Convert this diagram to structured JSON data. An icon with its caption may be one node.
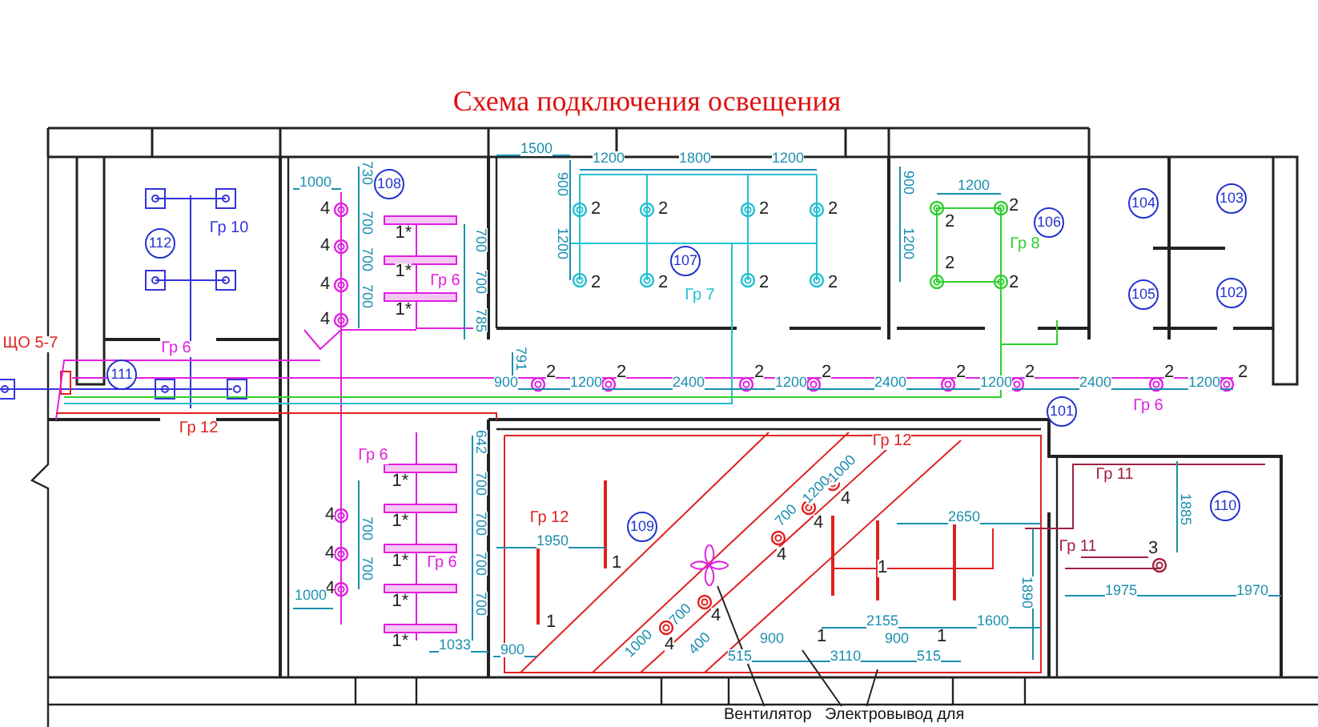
{
  "diagram": {
    "title": "Схема подключения освещения",
    "nodes": [
      {
        "text": [
          "Вентилятор"
        ]
      },
      {
        "text": [],
        "shape": "picture"
      },
      {
        "text": [
          "Электровывод для"
        ]
      }
    ],
    "edges": [
      {
        "from": 0,
        "to": 1,
        "arrow": "none"
      },
      {
        "from": 2,
        "to": null,
        "arrow": "none"
      },
      {
        "from": 2,
        "to": null,
        "arrow": "none"
      }
    ],
    "labels": [
      "ЩО 5-7",
      "1000",
      "108",
      "730",
      "4",
      "700",
      "4",
      "700",
      "4",
      "700",
      "4",
      "1*",
      "1*",
      "1*",
      "Гр 6",
      "700",
      "700",
      "785",
      "112",
      "Гр 10",
      "1500",
      "900",
      "1200",
      "1800",
      "1200",
      "2",
      "2",
      "2",
      "2",
      "1200",
      "107",
      "2",
      "2",
      "2",
      "2",
      "Гр 7",
      "900",
      "1200",
      "2",
      "2",
      "106",
      "Гр 8",
      "1200",
      "2",
      "2",
      "104",
      "103",
      "105",
      "102",
      "111",
      "Гр 6",
      "Гр 12",
      "791",
      "900",
      "2",
      "1200",
      "2",
      "2400",
      "2",
      "1200",
      "2",
      "2400",
      "2",
      "1200",
      "2",
      "2400",
      "2",
      "1200",
      "2",
      "101",
      "Гр 6",
      "Гр 6",
      "642",
      "1*",
      "700",
      "1*",
      "4",
      "700",
      "700",
      "1*",
      "4",
      "Гр 6",
      "700",
      "700",
      "4",
      "1*",
      "700",
      "1000",
      "1*",
      "1033",
      "900",
      "Гр 12",
      "109",
      "1950",
      "1",
      "1",
      "Гр 12",
      "1000",
      "1200",
      "700",
      "4",
      "4",
      "4",
      "2650",
      "1",
      "1890",
      "700",
      "4",
      "1000",
      "4",
      "400",
      "2155",
      "1600",
      "900",
      "1",
      "900",
      "1",
      "515",
      "3110",
      "515",
      "Гр 11",
      "110",
      "1885",
      "Гр 11",
      "3",
      "1975",
      "1970"
    ]
  }
}
